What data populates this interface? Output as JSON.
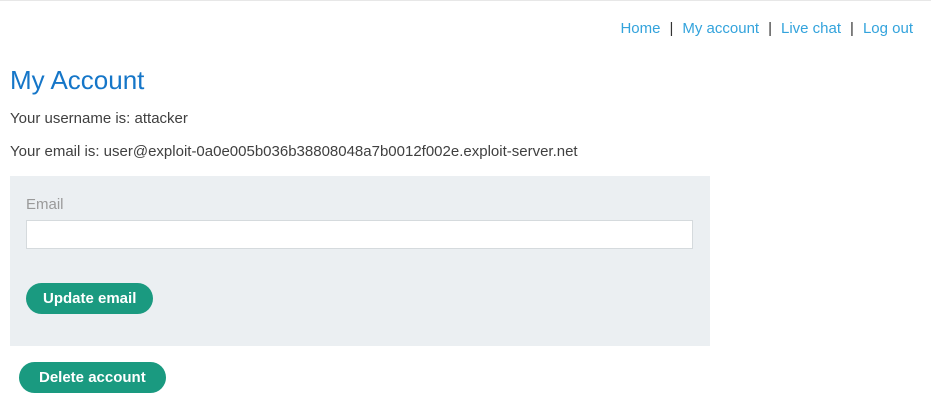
{
  "nav": {
    "separator": "|",
    "items": [
      {
        "label": "Home"
      },
      {
        "label": "My account"
      },
      {
        "label": "Live chat"
      },
      {
        "label": "Log out"
      }
    ]
  },
  "account": {
    "title": "My Account",
    "username_label": "Your username is:",
    "username_value": "attacker",
    "email_label": "Your email is:",
    "email_value": "user@exploit-0a0e005b036b38808048a7b0012f002e.exploit-server.net"
  },
  "email_form": {
    "field_label": "Email",
    "field_value": "",
    "submit_label": "Update email"
  },
  "delete": {
    "button_label": "Delete account"
  },
  "colors": {
    "link_blue": "#33a3dc",
    "heading_blue": "#1576c8",
    "button_teal": "#1a9a80",
    "panel_bg": "#ebeff2",
    "body_text": "#404040",
    "muted_label": "#9a9a9a"
  }
}
